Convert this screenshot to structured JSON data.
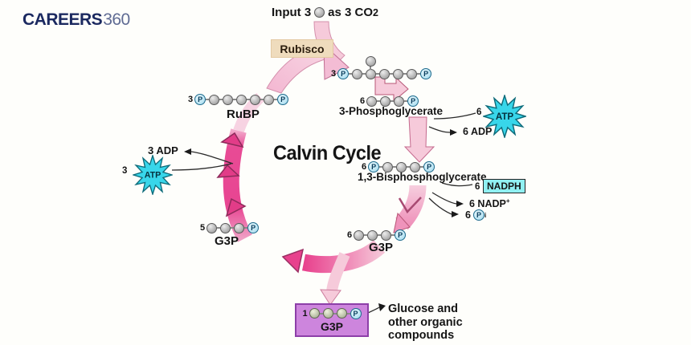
{
  "logo": {
    "text_bold": "CAREERS",
    "text_light": "360"
  },
  "header": {
    "input_prefix": "Input 3",
    "input_suffix": "as 3 CO",
    "input_subscript": "2"
  },
  "enzyme": {
    "rubisco": "Rubisco"
  },
  "title": {
    "center": "Calvin Cycle"
  },
  "symbols": {
    "phosphate": "P"
  },
  "molecules": {
    "intermediate6c": {
      "count": "3",
      "p_start": true,
      "carbons": 5,
      "branch_at": 1,
      "p_end": true
    },
    "rubp": {
      "count": "3",
      "p_start": true,
      "carbons": 5,
      "p_end": true,
      "label": "RuBP"
    },
    "pga": {
      "count": "6",
      "carbons": 3,
      "p_end": true,
      "label": "3-Phosphoglycerate"
    },
    "bpga": {
      "count": "6",
      "p_start": true,
      "carbons": 3,
      "p_end": true,
      "label": "1,3-Bisphosphoglycerate"
    },
    "g3p_right": {
      "count": "6",
      "carbons": 3,
      "p_end": true,
      "label": "G3P"
    },
    "g3p_left": {
      "count": "5",
      "carbons": 3,
      "p_end": true,
      "label": "G3P"
    },
    "g3p_product": {
      "count": "1",
      "carbons": 3,
      "p_end": true,
      "label": "G3P",
      "variant": "olive"
    }
  },
  "energy": {
    "atp_right_count": "6",
    "atp_right": "ATP",
    "adp_right": "6 ADP",
    "atp_left_count": "3",
    "atp_left": "ATP",
    "adp_left": "3 ADP",
    "nadph_count": "6",
    "nadph": "NADPH",
    "nadp_plus": "6 NADP",
    "nadp_plus_sup": "+",
    "pi_count": "6",
    "pi_symbol": "P",
    "pi_sub": "i"
  },
  "product": {
    "note_line1": "Glucose and",
    "note_line2": "other organic",
    "note_line3": "compounds"
  },
  "colors": {
    "arrow_light_pink": "#f6cada",
    "arrow_magenta": "#e8418d",
    "chevron_magenta": "#e23c88",
    "atp_cyan": "#38d6ea",
    "nadph_cyan": "#90f0f2",
    "rubisco_tan": "#efdcbd",
    "product_purple": "#cd85dd",
    "phosphate_cyan": "#c9edf8",
    "carbon_gray": "#a9a9a9",
    "logo_navy": "#1b2960"
  }
}
